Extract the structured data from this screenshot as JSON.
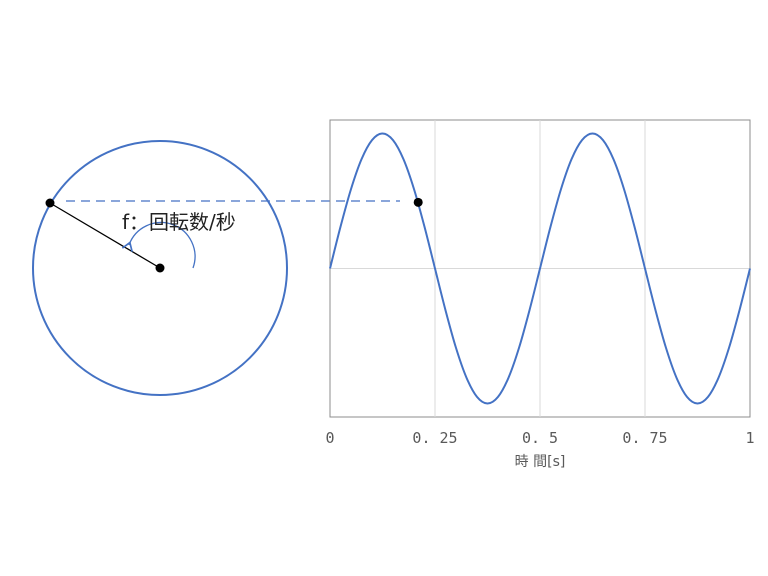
{
  "diagram": {
    "rotation_label": "f：回転数/秒",
    "colors": {
      "circle": "#4472C4",
      "radius": "#000000",
      "point": "#000000",
      "dashed": "#4472C4",
      "arrow": "#4472C4"
    }
  },
  "chart_data": {
    "type": "line",
    "xlabel": "時 間[s]",
    "ylabel": "",
    "xlim": [
      0,
      1
    ],
    "ylim": [
      -1.1,
      1.1
    ],
    "x_ticks": [
      "0",
      "0.25",
      "0.5",
      "0.75",
      "1"
    ],
    "grid": true,
    "series_color": "#4472C4",
    "x": [
      0,
      0.025,
      0.05,
      0.075,
      0.1,
      0.125,
      0.15,
      0.175,
      0.2,
      0.225,
      0.25,
      0.275,
      0.3,
      0.325,
      0.35,
      0.375,
      0.4,
      0.425,
      0.45,
      0.475,
      0.5,
      0.525,
      0.55,
      0.575,
      0.6,
      0.625,
      0.65,
      0.675,
      0.7,
      0.725,
      0.75,
      0.775,
      0.8,
      0.825,
      0.85,
      0.875,
      0.9,
      0.925,
      0.95,
      0.975,
      1
    ],
    "y": [
      0,
      0.309,
      0.588,
      0.809,
      0.951,
      1,
      0.951,
      0.809,
      0.588,
      0.309,
      0,
      -0.309,
      -0.588,
      -0.809,
      -0.951,
      -1,
      -0.951,
      -0.809,
      -0.588,
      -0.309,
      0,
      0.309,
      0.588,
      0.809,
      0.951,
      1,
      0.951,
      0.809,
      0.588,
      0.309,
      0,
      -0.309,
      -0.588,
      -0.809,
      -0.951,
      -1,
      -0.951,
      -0.809,
      -0.588,
      -0.309,
      0
    ],
    "highlight_point": {
      "x": 0.21,
      "y": 0.49
    }
  }
}
